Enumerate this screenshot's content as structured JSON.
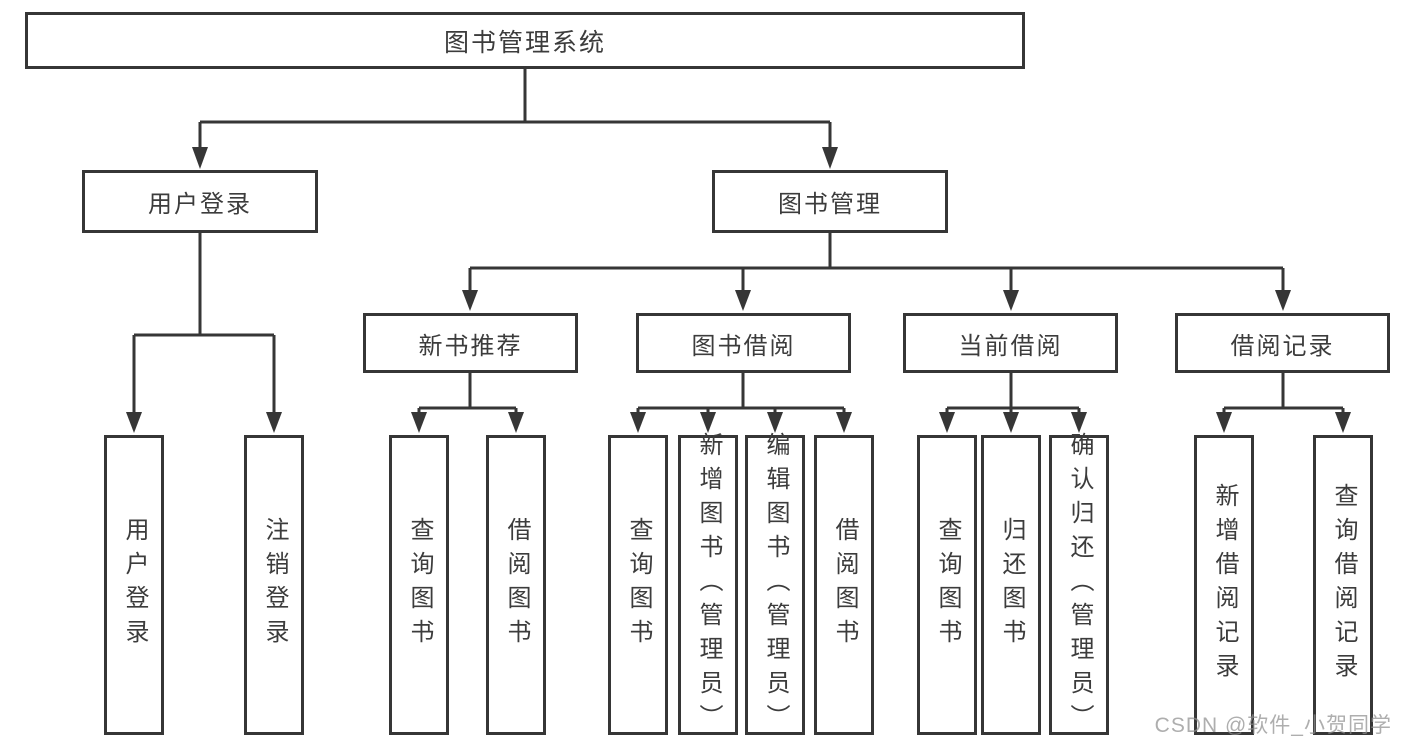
{
  "diagram": {
    "root": "图书管理系统",
    "level2": [
      {
        "label": "用户登录",
        "leaves": [
          "用户登录",
          "注销登录"
        ]
      },
      {
        "label": "图书管理",
        "sections": [
          {
            "label": "新书推荐",
            "leaves": [
              "查询图书",
              "借阅图书"
            ]
          },
          {
            "label": "图书借阅",
            "leaves": [
              "查询图书",
              "新增图书（管理员）",
              "编辑图书（管理员）",
              "借阅图书"
            ]
          },
          {
            "label": "当前借阅",
            "leaves": [
              "查询图书",
              "归还图书",
              "确认归还（管理员）"
            ]
          },
          {
            "label": "借阅记录",
            "leaves": [
              "新增借阅记录",
              "查询借阅记录"
            ]
          }
        ]
      }
    ]
  },
  "watermark": "CSDN @软件_小贺同学"
}
